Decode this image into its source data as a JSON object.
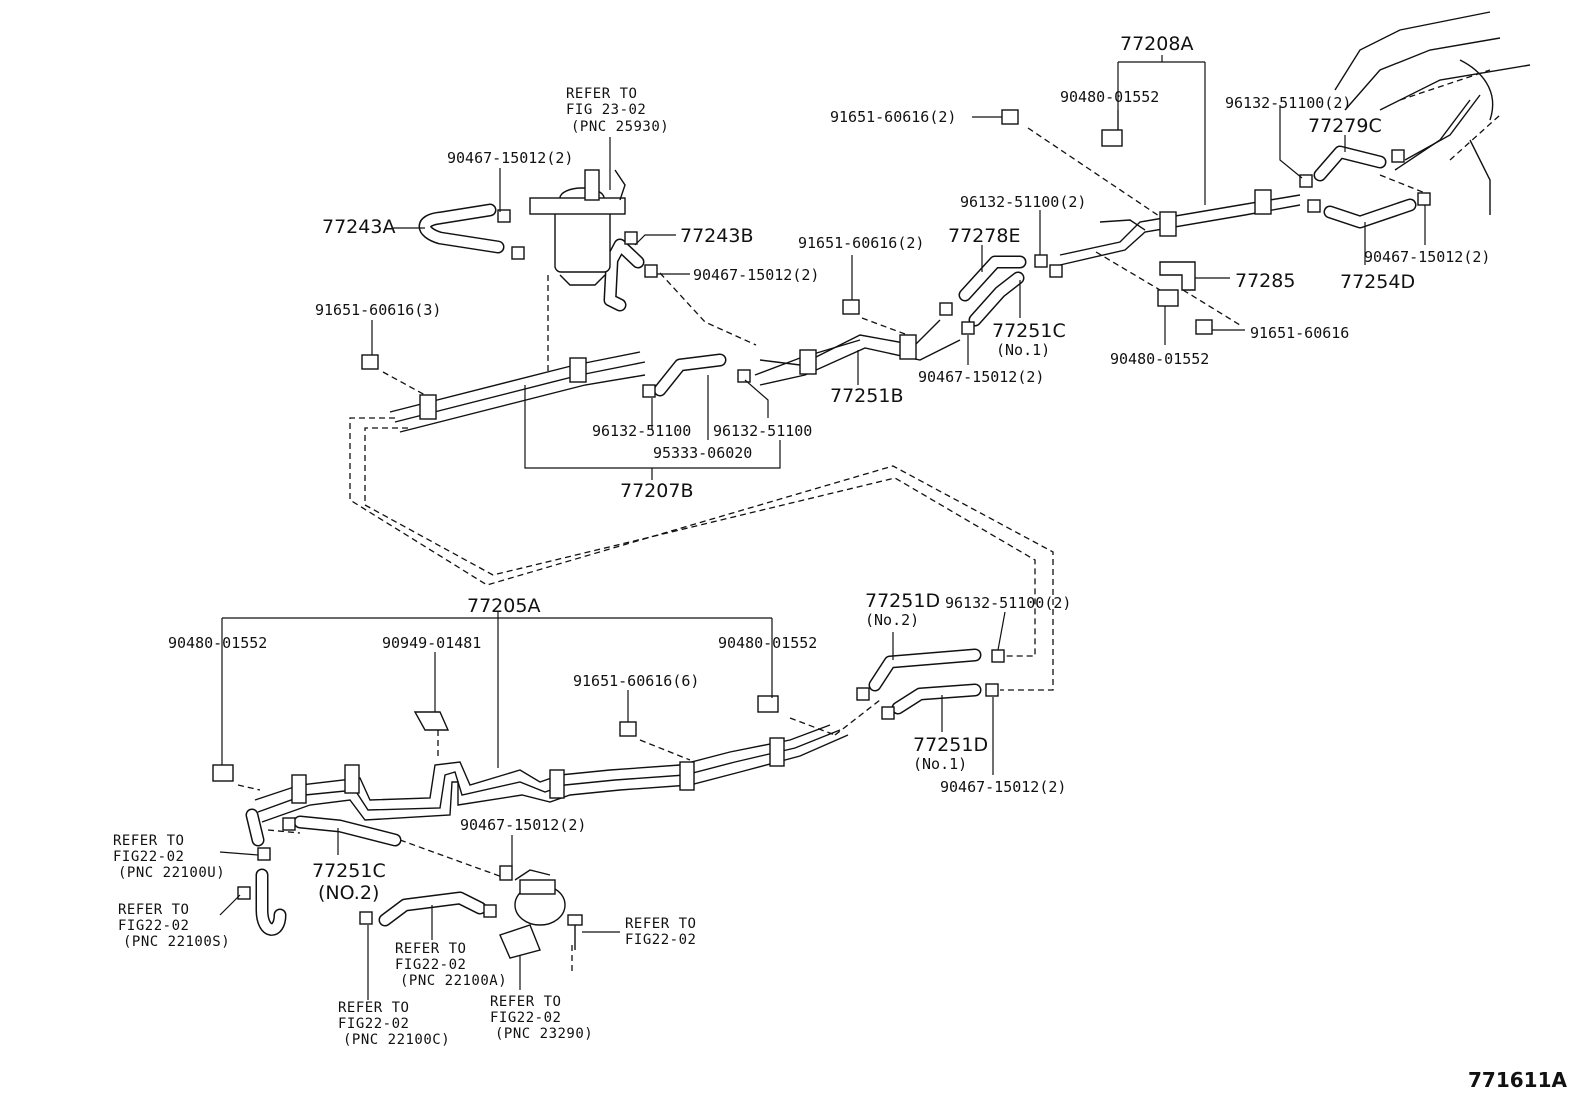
{
  "figure_id": "771611A",
  "labels": {
    "p77208A": "77208A",
    "p90480_top": "90480-01552",
    "p91651_2_top": "91651-60616(2)",
    "p96132_2_tr": "96132-51100(2)",
    "p77279C": "77279C",
    "p96132_2_mid": "96132-51100(2)",
    "p77278E": "77278E",
    "p91651_2_mid": "91651-60616(2)",
    "p90467_2_right": "90467-15012(2)",
    "p77254D": "77254D",
    "p77285": "77285",
    "p91651_r": "91651-60616",
    "p90480_mid": "90480-01552",
    "p77251C_1": "77251C",
    "p77251C_1_no": "(No.1)",
    "p90467_2_mid": "90467-15012(2)",
    "p77251B": "77251B",
    "p77243A": "77243A",
    "p77243B": "77243B",
    "p90467_2_top": "90467-15012(2)",
    "p90467_2_b": "90467-15012(2)",
    "p91651_3": "91651-60616(3)",
    "p96132_a": "96132-51100",
    "p96132_b": "96132-51100",
    "p95333": "95333-06020",
    "p77207B": "77207B",
    "p77205A": "77205A",
    "p90480_left": "90480-01552",
    "p90949": "90949-01481",
    "p90480_right": "90480-01552",
    "p91651_6": "91651-60616(6)",
    "p77251D_2": "77251D",
    "p77251D_2_no": "(No.2)",
    "p96132_2_low": "96132-51100(2)",
    "p77251D_1": "77251D",
    "p77251D_1_no": "(No.1)",
    "p90467_2_low": "90467-15012(2)",
    "p90467_2_bottom": "90467-15012(2)",
    "p77251C_2": "77251C",
    "p77251C_2_no": "(NO.2)"
  },
  "refer_notes": {
    "r1": [
      "REFER TO",
      "FIG 23-02",
      "(PNC 25930)"
    ],
    "r2": [
      "REFER TO",
      "FIG22-02",
      "(PNC 22100U)"
    ],
    "r3": [
      "REFER TO",
      "FIG22-02",
      "(PNC 22100S)"
    ],
    "r4": [
      "REFER TO",
      "FIG22-02",
      "(PNC 22100A)"
    ],
    "r5": [
      "REFER TO",
      "FIG22-02",
      "(PNC 22100C)"
    ],
    "r6": [
      "REFER TO",
      "FIG22-02",
      "(PNC 23290)"
    ],
    "r7": [
      "REFER TO",
      "FIG22-02"
    ]
  }
}
